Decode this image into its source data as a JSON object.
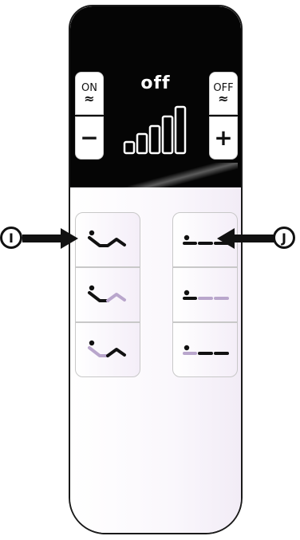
{
  "remote": {
    "status": "off",
    "on_label": "ON",
    "off_label": "OFF",
    "wave_symbol": "≈",
    "minus_label": "−",
    "plus_label": "+",
    "intensity_level": 0,
    "intensity_bars": 5
  },
  "presets": {
    "left": [
      "recline-full-icon",
      "recline-mid-icon",
      "recline-low-icon"
    ],
    "right": [
      "flat-full-icon",
      "flat-mid-icon",
      "flat-low-icon"
    ]
  },
  "callouts": {
    "left": "I",
    "right": "J"
  },
  "colors": {
    "display": "#050505",
    "accent": "#b9a6cc",
    "icon": "#111111"
  }
}
